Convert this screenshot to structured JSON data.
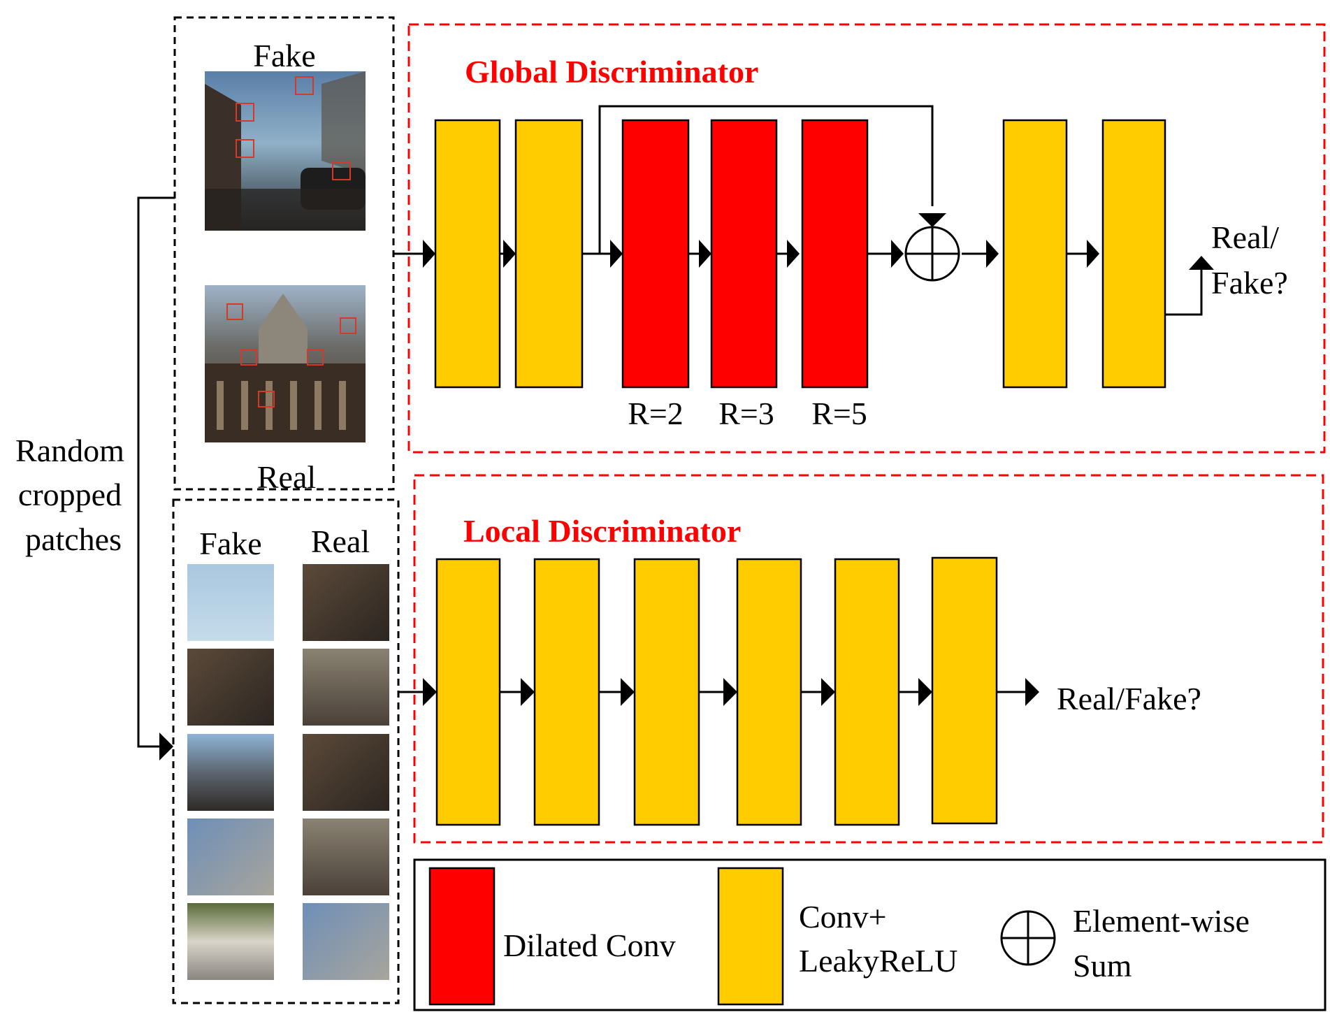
{
  "left": {
    "label_lines": [
      "Random",
      "cropped",
      "patches"
    ],
    "top_group": {
      "fake_label": "Fake",
      "real_label": "Real"
    },
    "bottom_group": {
      "fake_label": "Fake",
      "real_label": "Real"
    }
  },
  "global": {
    "title": "Global Discriminator",
    "dilation_labels": [
      "R=2",
      "R=3",
      "R=5"
    ],
    "output_lines": [
      "Real/",
      "Fake?"
    ]
  },
  "local": {
    "title": "Local Discriminator",
    "output": "Real/Fake?"
  },
  "legend": {
    "dilated": "Dilated Conv",
    "conv_lines": [
      "Conv+",
      "LeakyReLU"
    ],
    "sum_lines": [
      "Element-wise",
      "Sum"
    ]
  },
  "colors": {
    "conv_block": "#ffcc00",
    "dilated_block": "#ff0000",
    "title_red": "#ff0000",
    "dash_red": "#ff0000"
  }
}
